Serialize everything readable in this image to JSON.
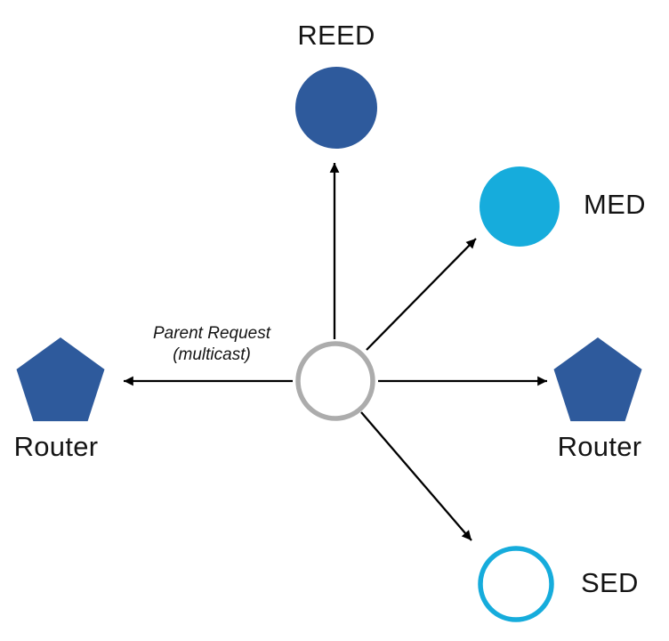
{
  "colors": {
    "dark_blue": "#2E5A9C",
    "cyan": "#16ACDC",
    "gray_outline": "#ACACAC",
    "white": "#FFFFFF",
    "arrow": "#000000",
    "text": "#141414"
  },
  "nodes": {
    "reed": {
      "label": "REED",
      "shape": "circle-filled",
      "color_key": "dark_blue"
    },
    "med": {
      "label": "MED",
      "shape": "circle-filled",
      "color_key": "cyan"
    },
    "router_left": {
      "label": "Router",
      "shape": "pentagon",
      "color_key": "dark_blue"
    },
    "router_right": {
      "label": "Router",
      "shape": "pentagon",
      "color_key": "dark_blue"
    },
    "sed": {
      "label": "SED",
      "shape": "circle-outline",
      "color_key": "cyan"
    },
    "joiner": {
      "label": "",
      "shape": "circle-outline",
      "color_key": "gray_outline"
    }
  },
  "annotation": {
    "line1": "Parent Request",
    "line2": "(multicast)"
  }
}
